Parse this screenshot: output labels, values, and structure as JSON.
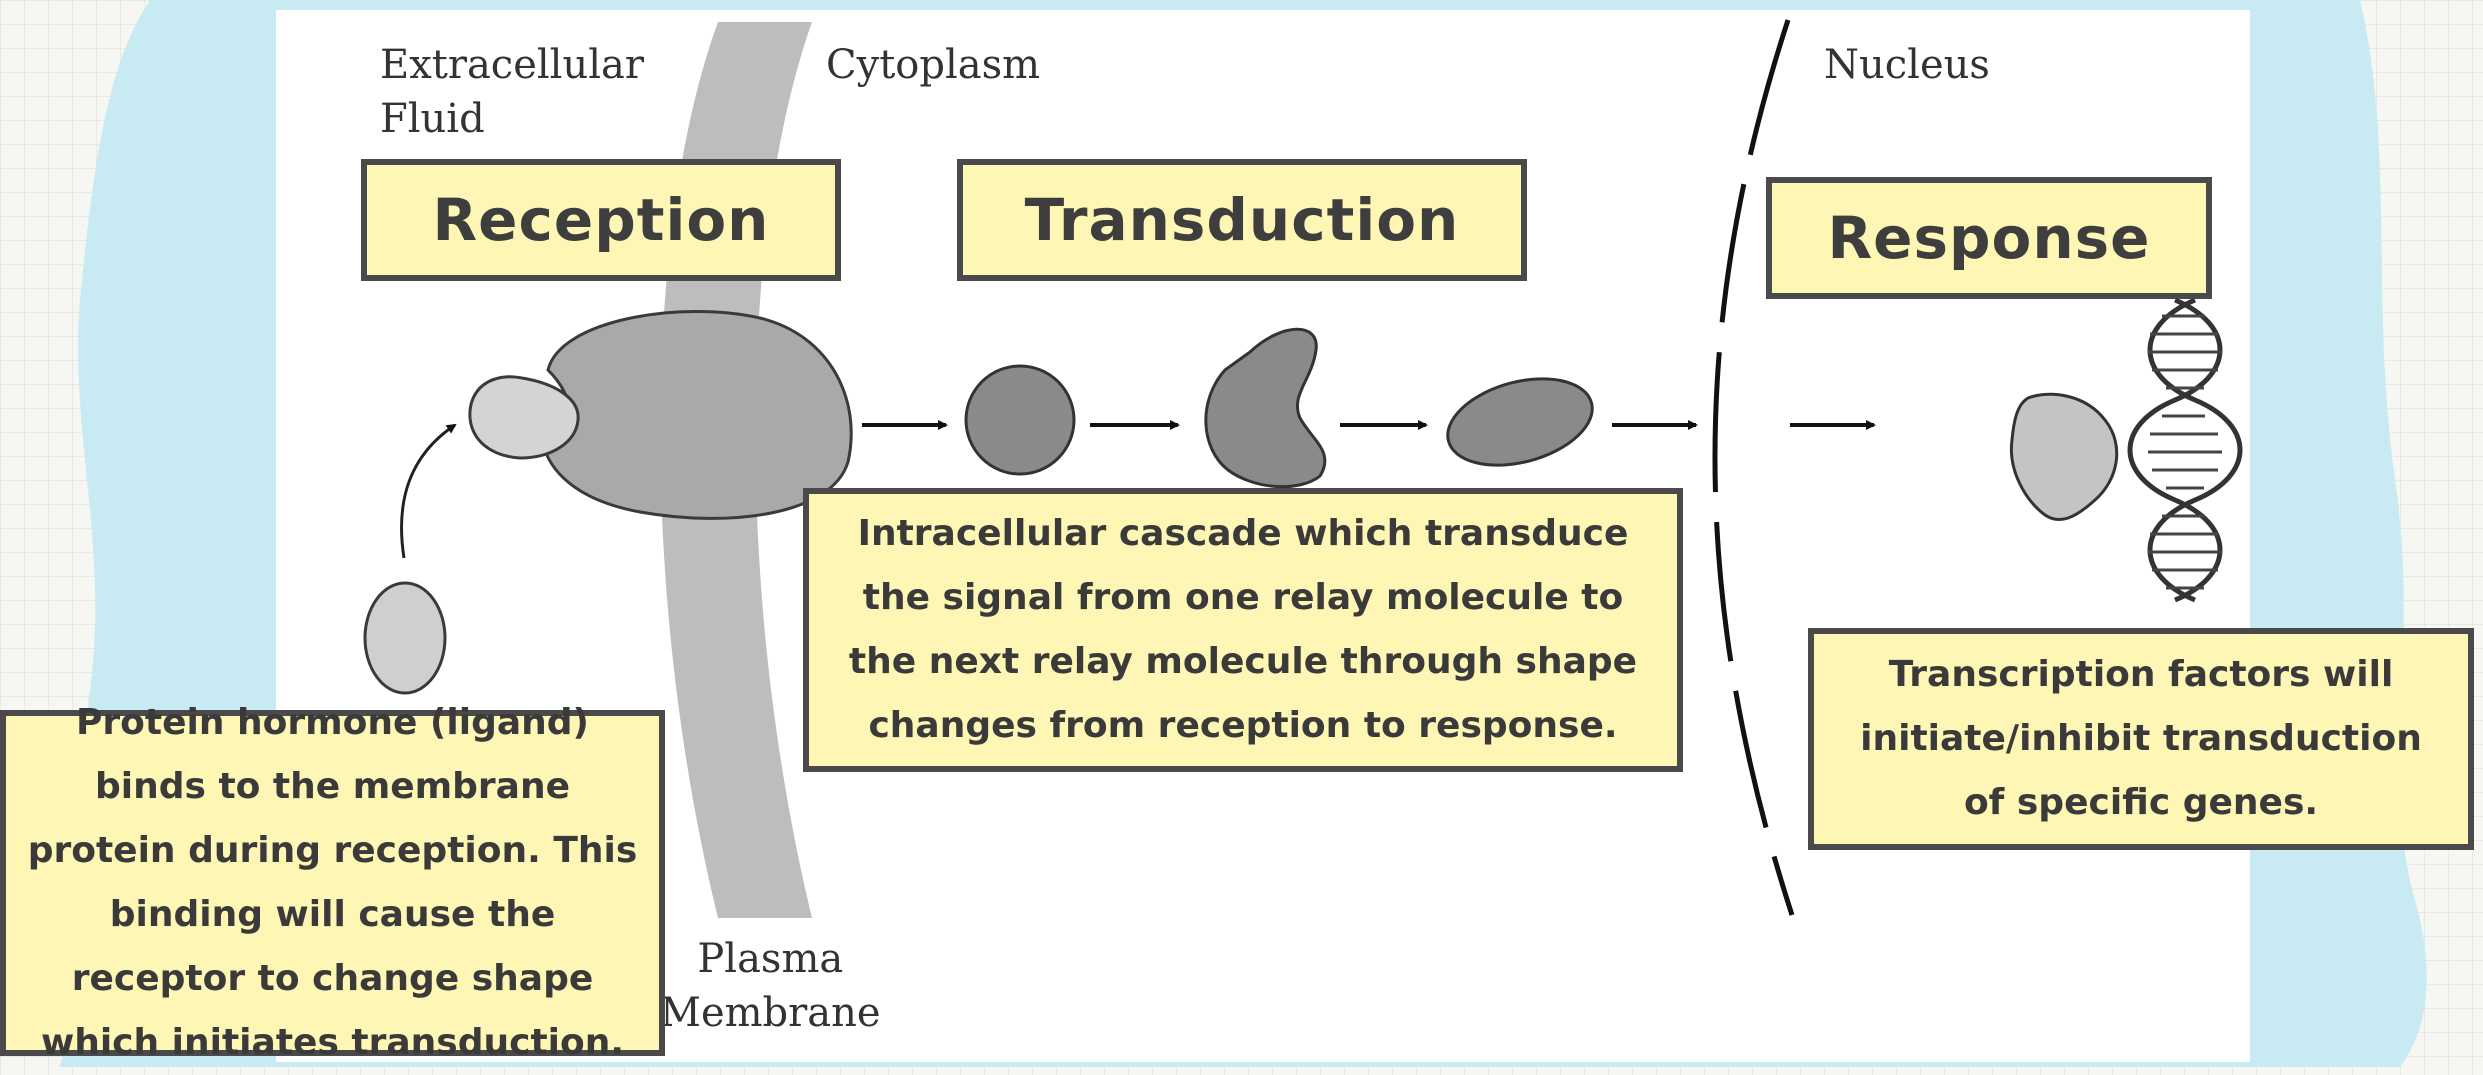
{
  "regions": {
    "extracellular": "Extracellular\nFluid",
    "cytoplasm": "Cytoplasm",
    "nucleus": "Nucleus",
    "plasma_membrane": "Plasma\nMembrane"
  },
  "stages": {
    "reception": "Reception",
    "transduction": "Transduction",
    "response": "Response"
  },
  "notes": {
    "reception": "Protein hormone (ligand) binds to the membrane protein during reception. This binding will cause the receptor to change shape which initiates transduction.",
    "transduction": "Intracellular cascade which transduce the signal from one relay molecule to the next relay molecule through shape changes from reception to response.",
    "response": "Transcription factors will initiate/inhibit transduction of specific genes."
  },
  "colors": {
    "slide_background": "#c8eaf3",
    "box_fill": "#fdf6b4",
    "box_border": "#4a4a4a",
    "molecule_gray": "#a9a9a9",
    "membrane_gray": "#bdbdbd"
  }
}
